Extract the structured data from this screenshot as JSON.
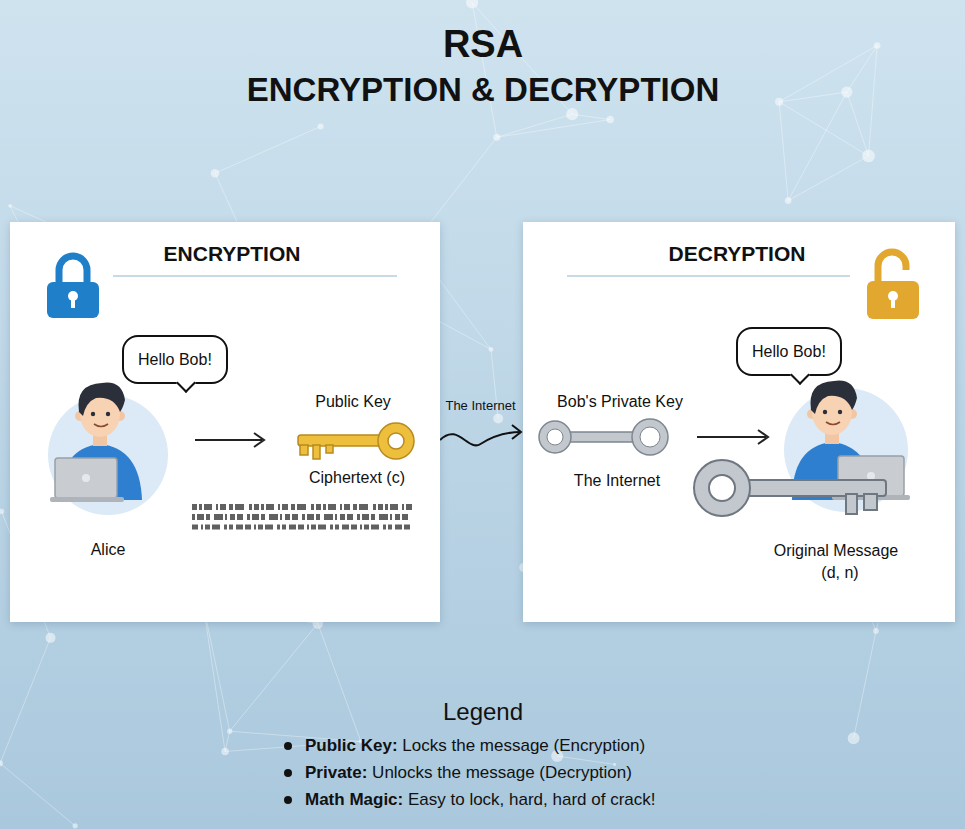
{
  "diagram": {
    "title": "RSA",
    "nodes": [
      {
        "text": [
          "ENCRYPTION"
        ]
      },
      {
        "text": [
          "Hello Bob!"
        ],
        "in": 0
      },
      {
        "text": [
          "DECRYPTION"
        ]
      },
      {
        "text": [
          "Hello Bob!"
        ],
        "in": 2
      }
    ],
    "edges": [
      {
        "from": 0,
        "to": 2,
        "label": "The Internet",
        "arrow": "to"
      }
    ],
    "labels": [
      "ENCRYPTION & DECRYPTION",
      "Public Key",
      "Ciphertext (c)",
      "Alice",
      "Bob's Private Key",
      "The Internet",
      "Original Message",
      "(d, n)",
      "Legend"
    ],
    "legend": [
      {
        "text": "Public Key: Locks the message (Encryption)",
        "color": "#111111"
      },
      {
        "text": "Private: Unlocks the message (Decryption)",
        "color": "#111111"
      },
      {
        "text": "Math Magic: Easy to lock, hard, hard of crack!",
        "color": "#111111"
      }
    ]
  }
}
